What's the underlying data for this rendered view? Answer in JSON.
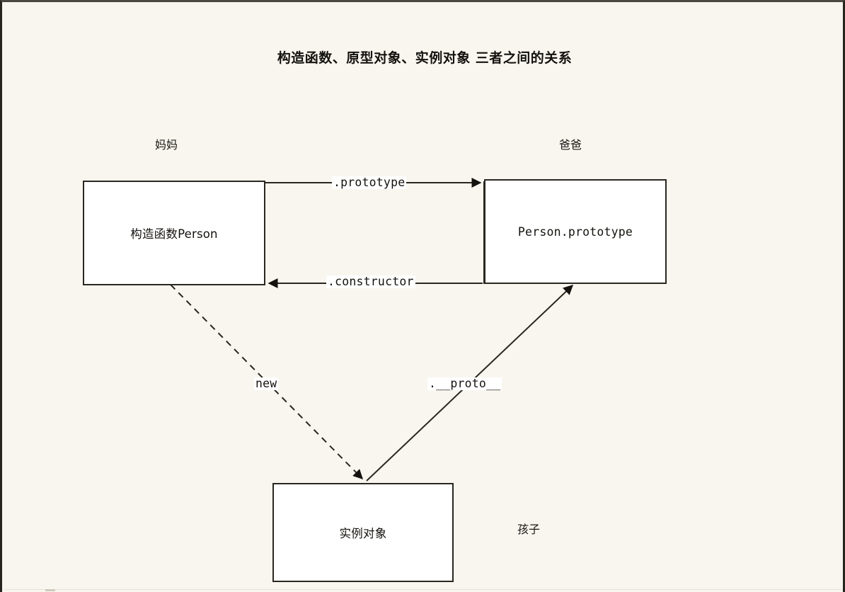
{
  "page": {
    "title": "构造函数、原型对象、实例对象  三者之间的关系",
    "background_color": "#f8f6ef",
    "node_fill_color": "#ffffff",
    "stroke_color": "#2a2720",
    "border_color": "#26241f"
  },
  "roles": {
    "mom": "妈妈",
    "dad": "爸爸",
    "child": "孩子"
  },
  "nodes": [
    {
      "id": "constructor",
      "label": "构造函数Person",
      "role": "妈妈"
    },
    {
      "id": "prototype",
      "label": "Person.prototype",
      "role": "爸爸"
    },
    {
      "id": "instance",
      "label": "实例对象",
      "role": "孩子"
    }
  ],
  "edges": [
    {
      "id": "prototype-edge",
      "label": ".prototype",
      "from": "constructor",
      "to": "prototype",
      "style": "solid",
      "arrow": "right"
    },
    {
      "id": "constructor-edge",
      "label": ".constructor",
      "from": "prototype",
      "to": "constructor",
      "style": "solid",
      "arrow": "left"
    },
    {
      "id": "new-edge",
      "label": "new",
      "from": "constructor",
      "to": "instance",
      "style": "dashed",
      "arrow": "down"
    },
    {
      "id": "proto-edge",
      "label": ".__proto__",
      "from": "instance",
      "to": "prototype",
      "style": "solid",
      "arrow": "up"
    }
  ]
}
